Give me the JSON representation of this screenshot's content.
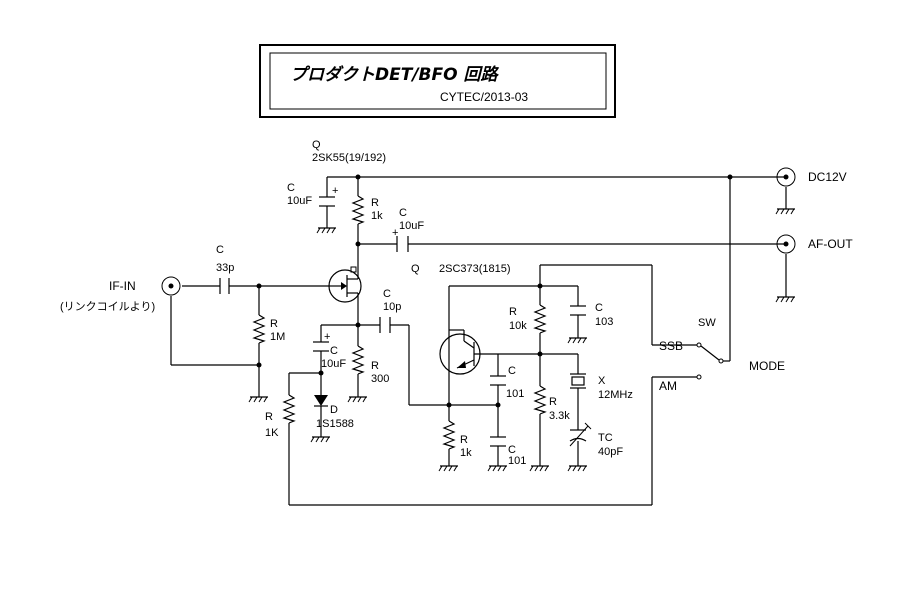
{
  "title_box": {
    "title": "プロダクトDET/BFO 回路",
    "subtitle": "CYTEC/2013-03"
  },
  "labels": {
    "fet_q": "Q",
    "fet_part": "2SK55(19/192)",
    "tr_q": "Q",
    "tr_part": "2SC373(1815)",
    "if_in": "IF-IN",
    "if_in_note": "(リンクコイルより)",
    "dc12v": "DC12V",
    "af_out": "AF-OUT",
    "sw": "SW",
    "ssb": "SSB",
    "am": "AM",
    "mode": "MODE",
    "c_supply": "C",
    "c_supply_val": "10uF",
    "r_drain": "R",
    "r_drain_val": "1k",
    "c_out": "C",
    "c_out_val": "10uF",
    "c_in": "C",
    "c_in_val": "33p",
    "r_gate": "R",
    "r_gate_val": "1M",
    "c_10p": "C",
    "c_10p_val": "10p",
    "c_src": "C",
    "c_src_val": "10uF",
    "r_src": "R",
    "r_src_val": "300",
    "r_bias": "R",
    "r_bias_val": "1K",
    "d": "D",
    "d_val": "1S1588",
    "r_base": "R",
    "r_base_val": "10k",
    "c_103": "C",
    "c_103_val": "103",
    "c_101a": "C",
    "c_101a_val": "101",
    "c_101b": "C",
    "c_101b_val": "101",
    "r_emit": "R",
    "r_emit_val": "1k",
    "r_33k": "R",
    "r_33k_val": "3.3k",
    "x": "X",
    "x_val": "12MHz",
    "tc": "TC",
    "tc_val": "40pF"
  }
}
